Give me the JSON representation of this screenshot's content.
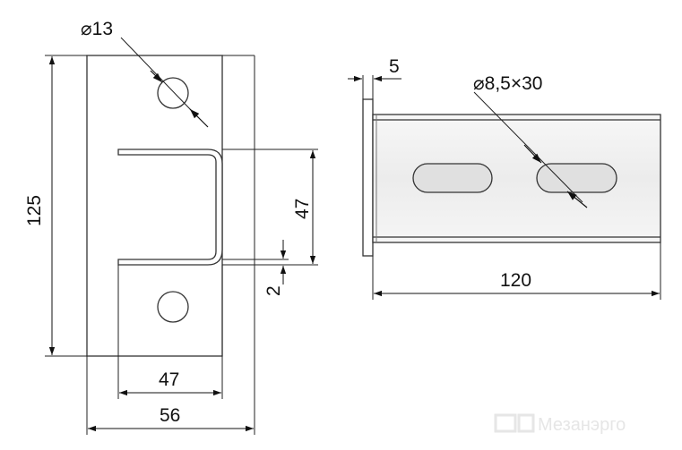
{
  "drawing": {
    "front_view": {
      "hole_diameter_label": "⌀13",
      "height_label": "125",
      "profile_height_label": "47",
      "gap_label": "2",
      "profile_width_label": "47",
      "plate_width_label": "56"
    },
    "side_view": {
      "plate_thickness_label": "5",
      "slot_label": "⌀8,5×30",
      "length_label": "120"
    },
    "watermark": "Мезанэрго",
    "colors": {
      "line": "#222222",
      "plate_fill": "#ffffff",
      "channel_fill": "#ededed",
      "slot_fill": "#e2e2e2"
    }
  }
}
